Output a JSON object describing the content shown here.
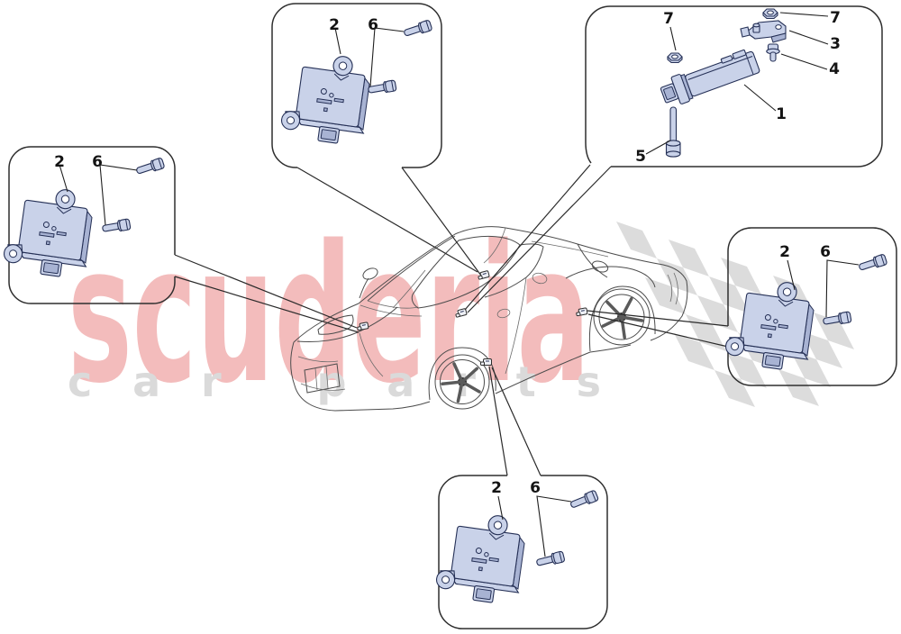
{
  "watermark": {
    "brand": "scuderia",
    "tagline": "car parts"
  },
  "colors": {
    "watermark_brand": "#f3bcbc",
    "watermark_tagline": "#dadada",
    "flag_gray": "#dcdcdc",
    "part_fill": "#c9d2e9",
    "part_shade": "#a8b3d3",
    "part_outline": "#253056",
    "box_stroke": "#2e2e2e",
    "car_line": "#4c4c4c"
  },
  "callouts": {
    "top_left": {
      "labels": [
        "2",
        "6"
      ]
    },
    "top_middle": {
      "labels": [
        "2",
        "6"
      ]
    },
    "top_right": {
      "labels": [
        "7",
        "7",
        "3",
        "4",
        "1",
        "5"
      ]
    },
    "right": {
      "labels": [
        "2",
        "6"
      ]
    },
    "bottom": {
      "labels": [
        "2",
        "6"
      ]
    }
  }
}
